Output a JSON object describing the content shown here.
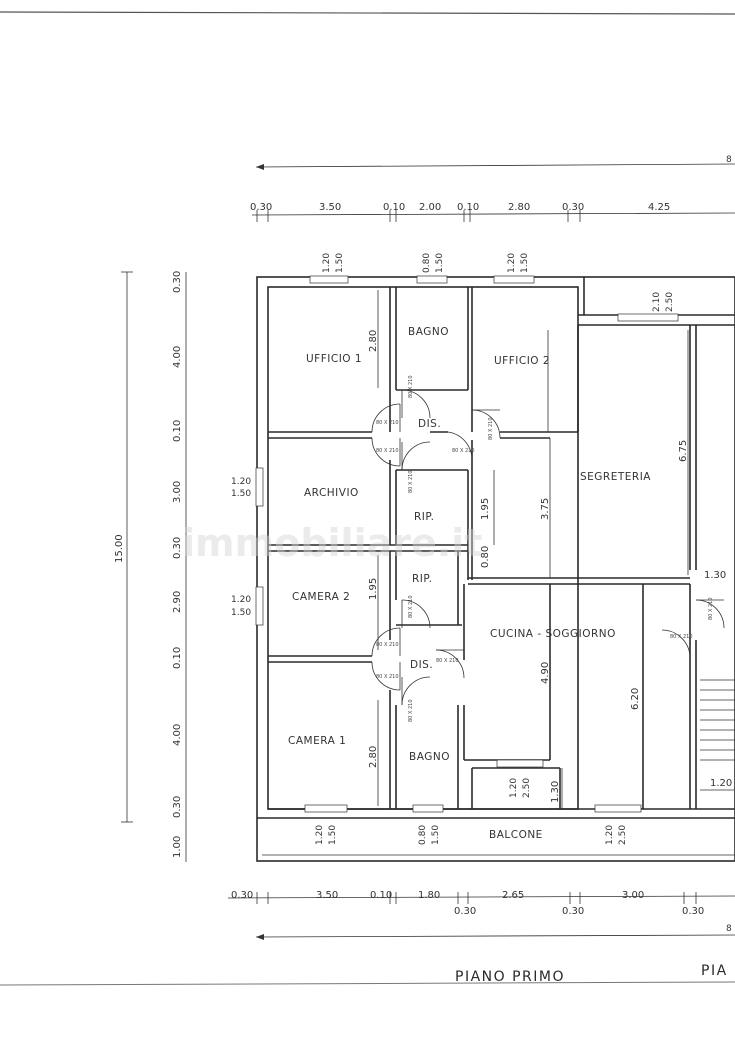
{
  "rooms": {
    "ufficio1": "UFFICIO 1",
    "bagno_top": "BAGNO",
    "ufficio2": "UFFICIO 2",
    "dis_top": "DIS.",
    "archivio": "ARCHIVIO",
    "rip_top": "RIP.",
    "segreteria": "SEGRETERIA",
    "camera2": "CAMERA 2",
    "rip_mid": "RIP.",
    "cucina": "CUCINA - SOGGIORNO",
    "dis_bottom": "DIS.",
    "camera1": "CAMERA 1",
    "bagno_bottom": "BAGNO",
    "balcone": "BALCONE"
  },
  "top_dims": [
    "0.30",
    "3.50",
    "0.10",
    "2.00",
    "0.10",
    "2.80",
    "0.30",
    "4.25"
  ],
  "bottom_dims": [
    "0.30",
    "3.50",
    "0.10",
    "1.80",
    "2.65",
    "3.00"
  ],
  "bottom_sub_dims": [
    "0.30",
    "0.30",
    "0.30"
  ],
  "left_dims": [
    "0.30",
    "4.00",
    "0.10",
    "3.00",
    "0.30",
    "2.90",
    "0.10",
    "4.00",
    "0.30",
    "1.00"
  ],
  "total_height": "15.00",
  "inner_dims": {
    "u1_h": "2.80",
    "seg_h": "6.75",
    "seg_w": "1.30",
    "rip_h": "1.95",
    "rip_w": "0.80",
    "rip_b": "3.75",
    "cam2_h": "1.95",
    "cuc_h": "4.90",
    "sog_h": "6.20",
    "cam1_h": "2.80",
    "bal_a": "1.30",
    "bal_b": "1.20"
  },
  "windows": {
    "u1": [
      "1.20",
      "1.50"
    ],
    "bagno_top": [
      "0.80",
      "1.50"
    ],
    "u2": [
      "1.20",
      "1.50"
    ],
    "seg": [
      "2.10",
      "2.50"
    ],
    "archivio": [
      "1.20",
      "1.50"
    ],
    "cam2": [
      "1.20",
      "1.50"
    ],
    "cucina": [
      "1.20",
      "2.50"
    ],
    "cam1": [
      "1.20",
      "1.50"
    ],
    "bagno_bot": [
      "0.80",
      "1.50"
    ],
    "sog": [
      "1.20",
      "2.50"
    ]
  },
  "door_label": "80 X 210",
  "title": "PIANO PRIMO",
  "title_right": "PIA",
  "watermark": "immobiliare.it"
}
